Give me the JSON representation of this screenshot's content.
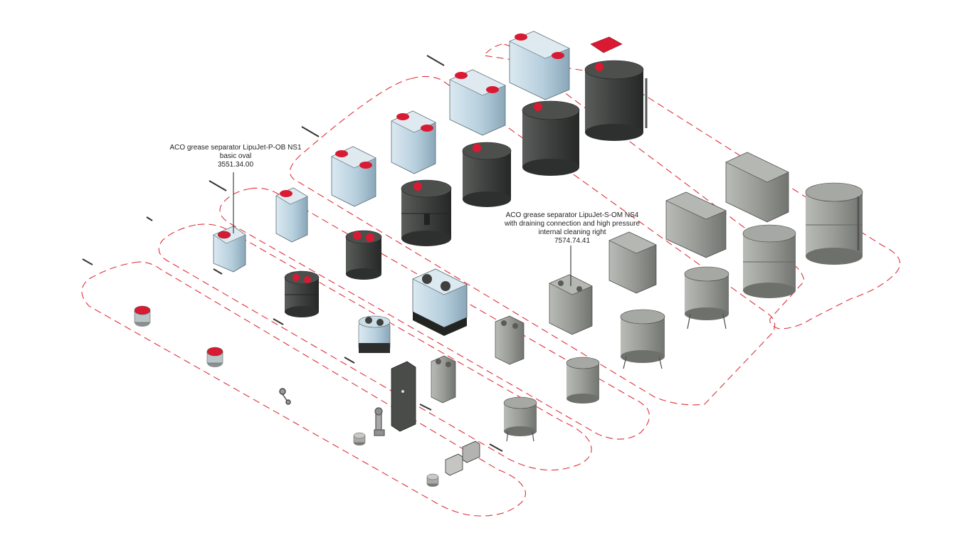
{
  "callouts": [
    {
      "lines": [
        "ACO grease separator LipuJet-P-OB NS1",
        "basic oval",
        "3551.34.00"
      ]
    },
    {
      "lines": [
        "ACO grease separator LipuJet-S-OM NS4",
        "with draining connection and high pressure",
        "internal cleaning right",
        "7574.74.41"
      ]
    }
  ],
  "colors": {
    "boundary": "#e0303a",
    "plastic_tank": "#bcd5e3",
    "dark_tank": "#3f4140",
    "grey_tank": "#8f918c",
    "red_cover": "#d91a32"
  }
}
